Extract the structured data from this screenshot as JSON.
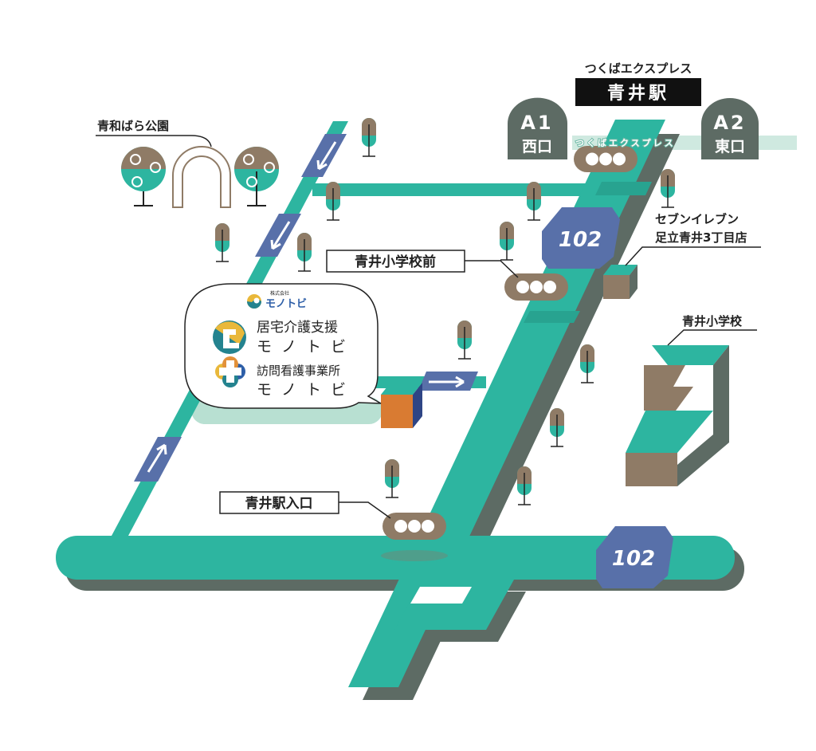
{
  "station": {
    "line_name": "つくばエクスプレス",
    "name": "青井駅",
    "rail_watermark": "つくばエクスプレス",
    "exit_a1": {
      "code": "A1",
      "label": "西口"
    },
    "exit_a2": {
      "code": "A2",
      "label": "東口"
    }
  },
  "landmarks": {
    "park": "青和ばら公園",
    "seven_eleven_line1": "セブンイレブン",
    "seven_eleven_line2": "足立青井3丁目店",
    "school": "青井小学校",
    "crossing_school": "青井小学校前",
    "crossing_station": "青井駅入口"
  },
  "route_signs": {
    "upper": "102",
    "lower": "102"
  },
  "callout": {
    "company_small": "株式会社",
    "logo_text": "モノトビ",
    "service1_title": "居宅介護支援",
    "service1_name": "モノトビ",
    "service2_title": "訪問看護事業所",
    "service2_name": "モノトビ"
  },
  "colors": {
    "road": "#2db5a0",
    "road_shadow": "#5d6b64",
    "sign_blue": "#5870a9",
    "brown": "#8f7b66",
    "light_green": "#b8e0d2",
    "building_orange": "#d97b32"
  }
}
